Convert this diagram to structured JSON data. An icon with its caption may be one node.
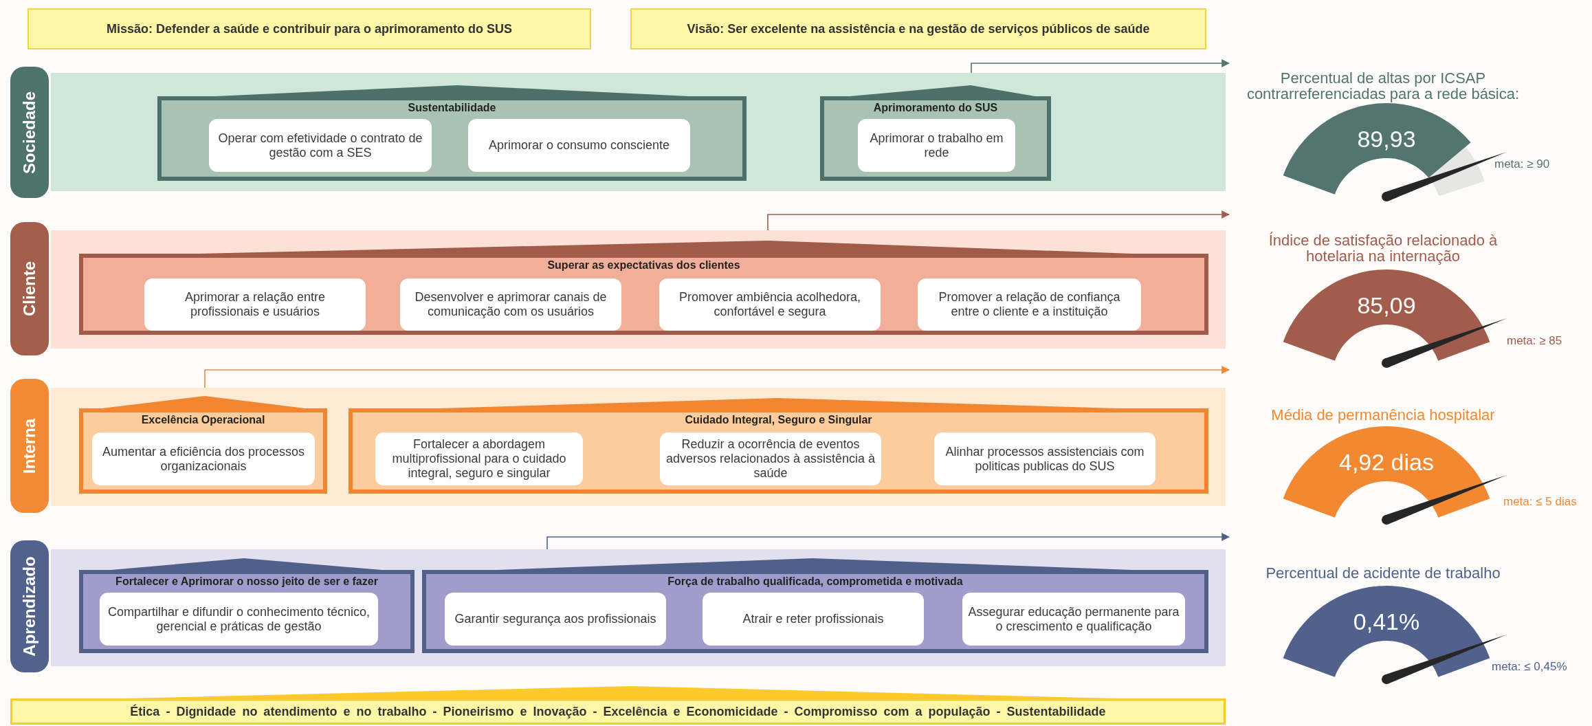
{
  "diagram": {
    "nodes": [
      {
        "text": [
          "Missão: Defender a saúde e contribuir para o aprimoramento do SUS"
        ]
      },
      {
        "text": [
          "Visão: Ser excelente na assistência e na gestão de serviços públicos de saúde"
        ]
      },
      {
        "text": [
          "Sociedade"
        ]
      },
      {
        "text": [],
        "shape": "box"
      },
      {
        "text": [
          "Sustentabilidade"
        ],
        "in": 3
      },
      {
        "text": [
          "Operar com efetividade o contrato de gestão com a SES"
        ],
        "in": 4
      },
      {
        "text": [
          "Aprimorar o consumo consciente"
        ],
        "in": 4
      },
      {
        "text": [
          "Aprimoramento do SUS"
        ],
        "in": 3
      },
      {
        "text": [
          "Aprimorar o trabalho em rede"
        ],
        "in": 7
      },
      {
        "text": [
          "Percentual de altas por ICSAP contrarreferenciadas para a rede básica:",
          "89,93"
        ],
        "beside": [
          "meta: ≥ 90"
        ]
      },
      {
        "text": [
          "Cliente"
        ]
      },
      {
        "text": [],
        "shape": "box"
      },
      {
        "text": [
          "Superar as expectativas dos clientes"
        ],
        "in": 11
      },
      {
        "text": [
          "Aprimorar a relação entre profissionais e usuários"
        ],
        "in": 12
      },
      {
        "text": [
          "Desenvolver e aprimorar canais de comunicação com os usuários"
        ],
        "in": 12
      },
      {
        "text": [
          "Promover ambiência acolhedora, confortável e segura"
        ],
        "in": 12
      },
      {
        "text": [
          "Promover a relação de confiança entre o cliente e a instituição"
        ],
        "in": 12
      },
      {
        "text": [
          "Índice de satisfação relacionado à hotelaria na internação",
          "85,09"
        ],
        "beside": [
          "meta: ≥ 85"
        ]
      },
      {
        "text": [
          "Interna"
        ]
      },
      {
        "text": [],
        "shape": "box"
      },
      {
        "text": [
          "Excelência Operacional"
        ],
        "in": 19
      },
      {
        "text": [
          "Aumentar a eficiência dos processos organizacionais"
        ],
        "in": 20
      },
      {
        "text": [
          "Cuidado Integral, Seguro e Singular"
        ],
        "in": 19
      },
      {
        "text": [
          "Fortalecer a abordagem multiprofissional para o cuidado integral, seguro e singular"
        ],
        "in": 22
      },
      {
        "text": [
          "Reduzir a ocorrência de eventos adversos relacionados à assistência à saúde"
        ],
        "in": 22
      },
      {
        "text": [
          "Alinhar processos assistenciais com politicas publicas do SUS"
        ],
        "in": 22
      },
      {
        "text": [
          "Média de permanência hospitalar",
          "4,92 dias"
        ],
        "beside": [
          "meta: ≤ 5 dias"
        ]
      },
      {
        "text": [
          "Aprendizado"
        ]
      },
      {
        "text": [],
        "shape": "box"
      },
      {
        "text": [
          "Fortalecer e Aprimorar o nosso jeito de ser e fazer"
        ],
        "in": 28
      },
      {
        "text": [
          "Compartilhar e difundir o conhecimento técnico, gerencial e práticas de gestão"
        ],
        "in": 29
      },
      {
        "text": [
          "Força de trabalho qualificada, comprometida e motivada"
        ],
        "in": 28
      },
      {
        "text": [
          "Garantir segurança aos profissionais"
        ],
        "in": 31
      },
      {
        "text": [
          "Atrair e reter profissionais"
        ],
        "in": 31
      },
      {
        "text": [
          "Assegurar educação permanente para o crescimento e qualificação"
        ],
        "in": 31
      },
      {
        "text": [
          "Percentual de acidente de trabalho",
          "0,41%"
        ],
        "beside": [
          "meta: ≤ 0,45%"
        ]
      },
      {
        "text": [
          "Ética - Dignidade no atendimento e no trabalho - Pioneirismo e Inovação - Excelência e Economicidade - Compromisso com a população - Sustentabilidade"
        ]
      }
    ],
    "edges": [
      {
        "from": 7,
        "to": 9,
        "arrow": "to",
        "color": "#52756f"
      },
      {
        "from": 12,
        "to": 17,
        "arrow": "to",
        "color": "#a15c4b"
      },
      {
        "from": 20,
        "to": 26,
        "arrow": "to",
        "color": "#f38833"
      },
      {
        "from": 31,
        "to": 35,
        "arrow": "to",
        "color": "#50628c"
      }
    ]
  }
}
